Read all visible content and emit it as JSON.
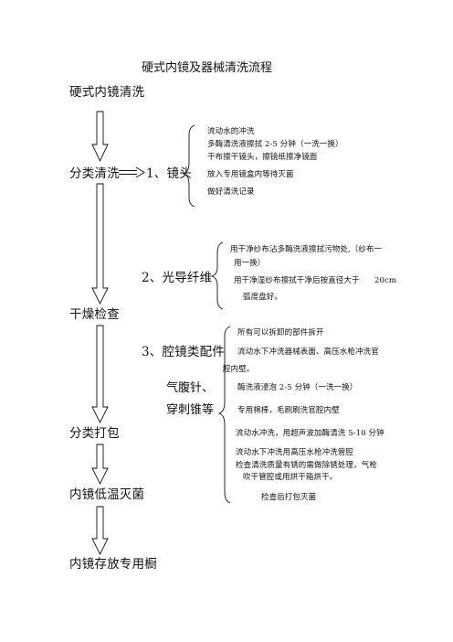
{
  "title": "硬式内镜及器械清洗流程",
  "steps": {
    "start": "硬式内镜清洗",
    "classify_clean": "分类清洗",
    "dry_check": "干燥检查",
    "classify_pack": "分类打包",
    "low_temp_sterilize": "内镜低温灭菌",
    "storage": "内镜存放专用橱"
  },
  "categories": {
    "scope": "1、镜头",
    "light_guide": "2、光导纤维",
    "lumen": "3、腔镜类配件",
    "pneumo_needle": "气腹针、",
    "trocar": "穿刺锥等"
  },
  "notes": {
    "scope": [
      "流动水的冲洗",
      "多酶清洗液擦拭 2-5 分钟（一洗一换）",
      "干布擦干镜头，擦镜纸擦净镜面",
      "放入专用镜盒内等待灭菌",
      "做好清洗记录"
    ],
    "light_guide": [
      "用干净纱布沾多酶洗液擦拭污物处,（纱布一",
      "用一换）",
      "用干净湿纱布擦拭干净后按直径大于",
      "20cm",
      "弧度盘好。"
    ],
    "lumen": [
      "所有可以拆卸的部件拆开",
      "流动水下冲洗器械表面、高压水枪冲洗官",
      "腔内壁。",
      "酶洗液浸泡 2-5 分钟（一洗一换）",
      "专用棉棒，毛刷刷洗官腔内壁",
      "流动水冲洗，用超声波加酶清洗 5-10 分钟",
      "流动水下冲洗用高压水枪冲洗管腔",
      "检查清洗质量有锈的需做除锈处理，气枪",
      "吹干管腔或用烘干箱烘干。",
      "检查后打包灭菌"
    ]
  }
}
